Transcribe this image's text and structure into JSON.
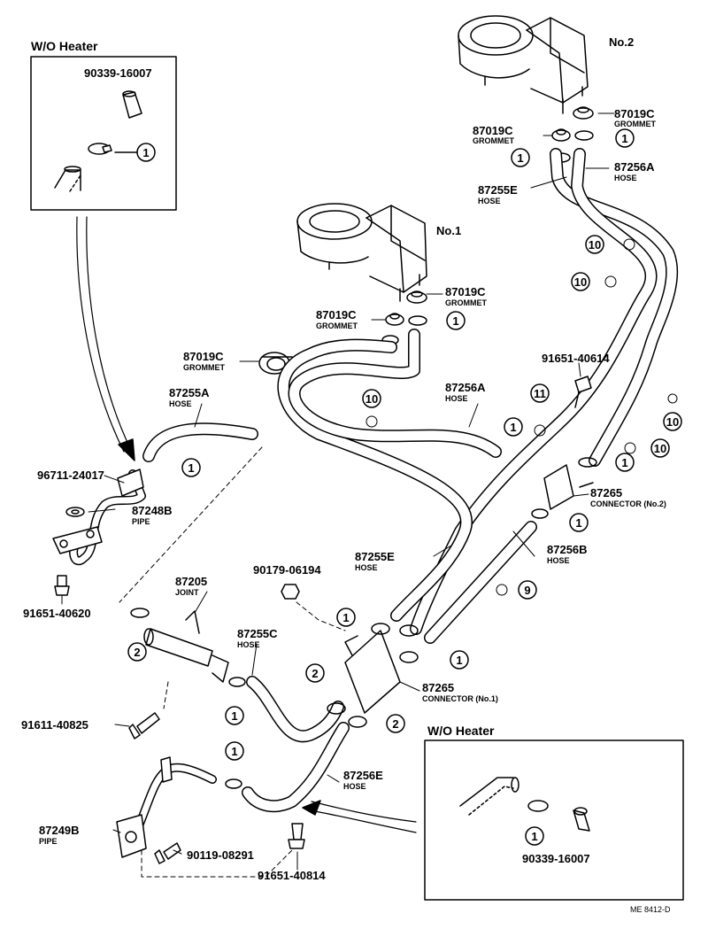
{
  "boxes": {
    "top_left": {
      "title": "W/O Heater",
      "part": "90339-16007"
    },
    "bottom_right": {
      "title": "W/O Heater",
      "part": "90339-16007"
    }
  },
  "units": {
    "no2": "No.2",
    "no1": "No.1"
  },
  "labels": {
    "g_no2_right": {
      "pn": "87019C",
      "sub": "GROMMET"
    },
    "g_no2_left": {
      "pn": "87019C",
      "sub": "GROMMET"
    },
    "hose_87256A_top": {
      "pn": "87256A",
      "sub": "HOSE"
    },
    "hose_87255E_top": {
      "pn": "87255E",
      "sub": "HOSE"
    },
    "g_no1_right": {
      "pn": "87019C",
      "sub": "GROMMET"
    },
    "g_no1_left": {
      "pn": "87019C",
      "sub": "GROMMET"
    },
    "g_mid": {
      "pn": "87019C",
      "sub": "GROMMET"
    },
    "hose_87255A": {
      "pn": "87255A",
      "sub": "HOSE"
    },
    "hose_87256A_mid": {
      "pn": "87256A",
      "sub": "HOSE"
    },
    "bolt_91651_40614": {
      "pn": "91651-40614"
    },
    "part_96711": {
      "pn": "96711-24017"
    },
    "pipe_87248B": {
      "pn": "87248B",
      "sub": "PIPE"
    },
    "conn_no2": {
      "pn": "87265",
      "sub": "CONNECTOR (No.2)"
    },
    "hose_87255E_mid": {
      "pn": "87255E",
      "sub": "HOSE"
    },
    "hose_87256B": {
      "pn": "87256B",
      "sub": "HOSE"
    },
    "bolt_91651_40620": {
      "pn": "91651-40620"
    },
    "joint_87205": {
      "pn": "87205",
      "sub": "JOINT"
    },
    "nut_90179": {
      "pn": "90179-06194"
    },
    "hose_87255C": {
      "pn": "87255C",
      "sub": "HOSE"
    },
    "conn_no1": {
      "pn": "87265",
      "sub": "CONNECTOR (No.1)"
    },
    "bolt_91611": {
      "pn": "91611-40825"
    },
    "hose_87256E": {
      "pn": "87256E",
      "sub": "HOSE"
    },
    "pipe_87249B": {
      "pn": "87249B",
      "sub": "PIPE"
    },
    "bolt_90119": {
      "pn": "90119-08291"
    },
    "bolt_91651_40814": {
      "pn": "91651-40814"
    }
  },
  "callouts": [
    "1",
    "1",
    "1",
    "1",
    "1",
    "1",
    "1",
    "1",
    "1",
    "1",
    "1",
    "1",
    "1",
    "2",
    "2",
    "2",
    "9",
    "10",
    "10",
    "10",
    "10",
    "10",
    "11"
  ],
  "drawing_code": "ME 8412-D"
}
